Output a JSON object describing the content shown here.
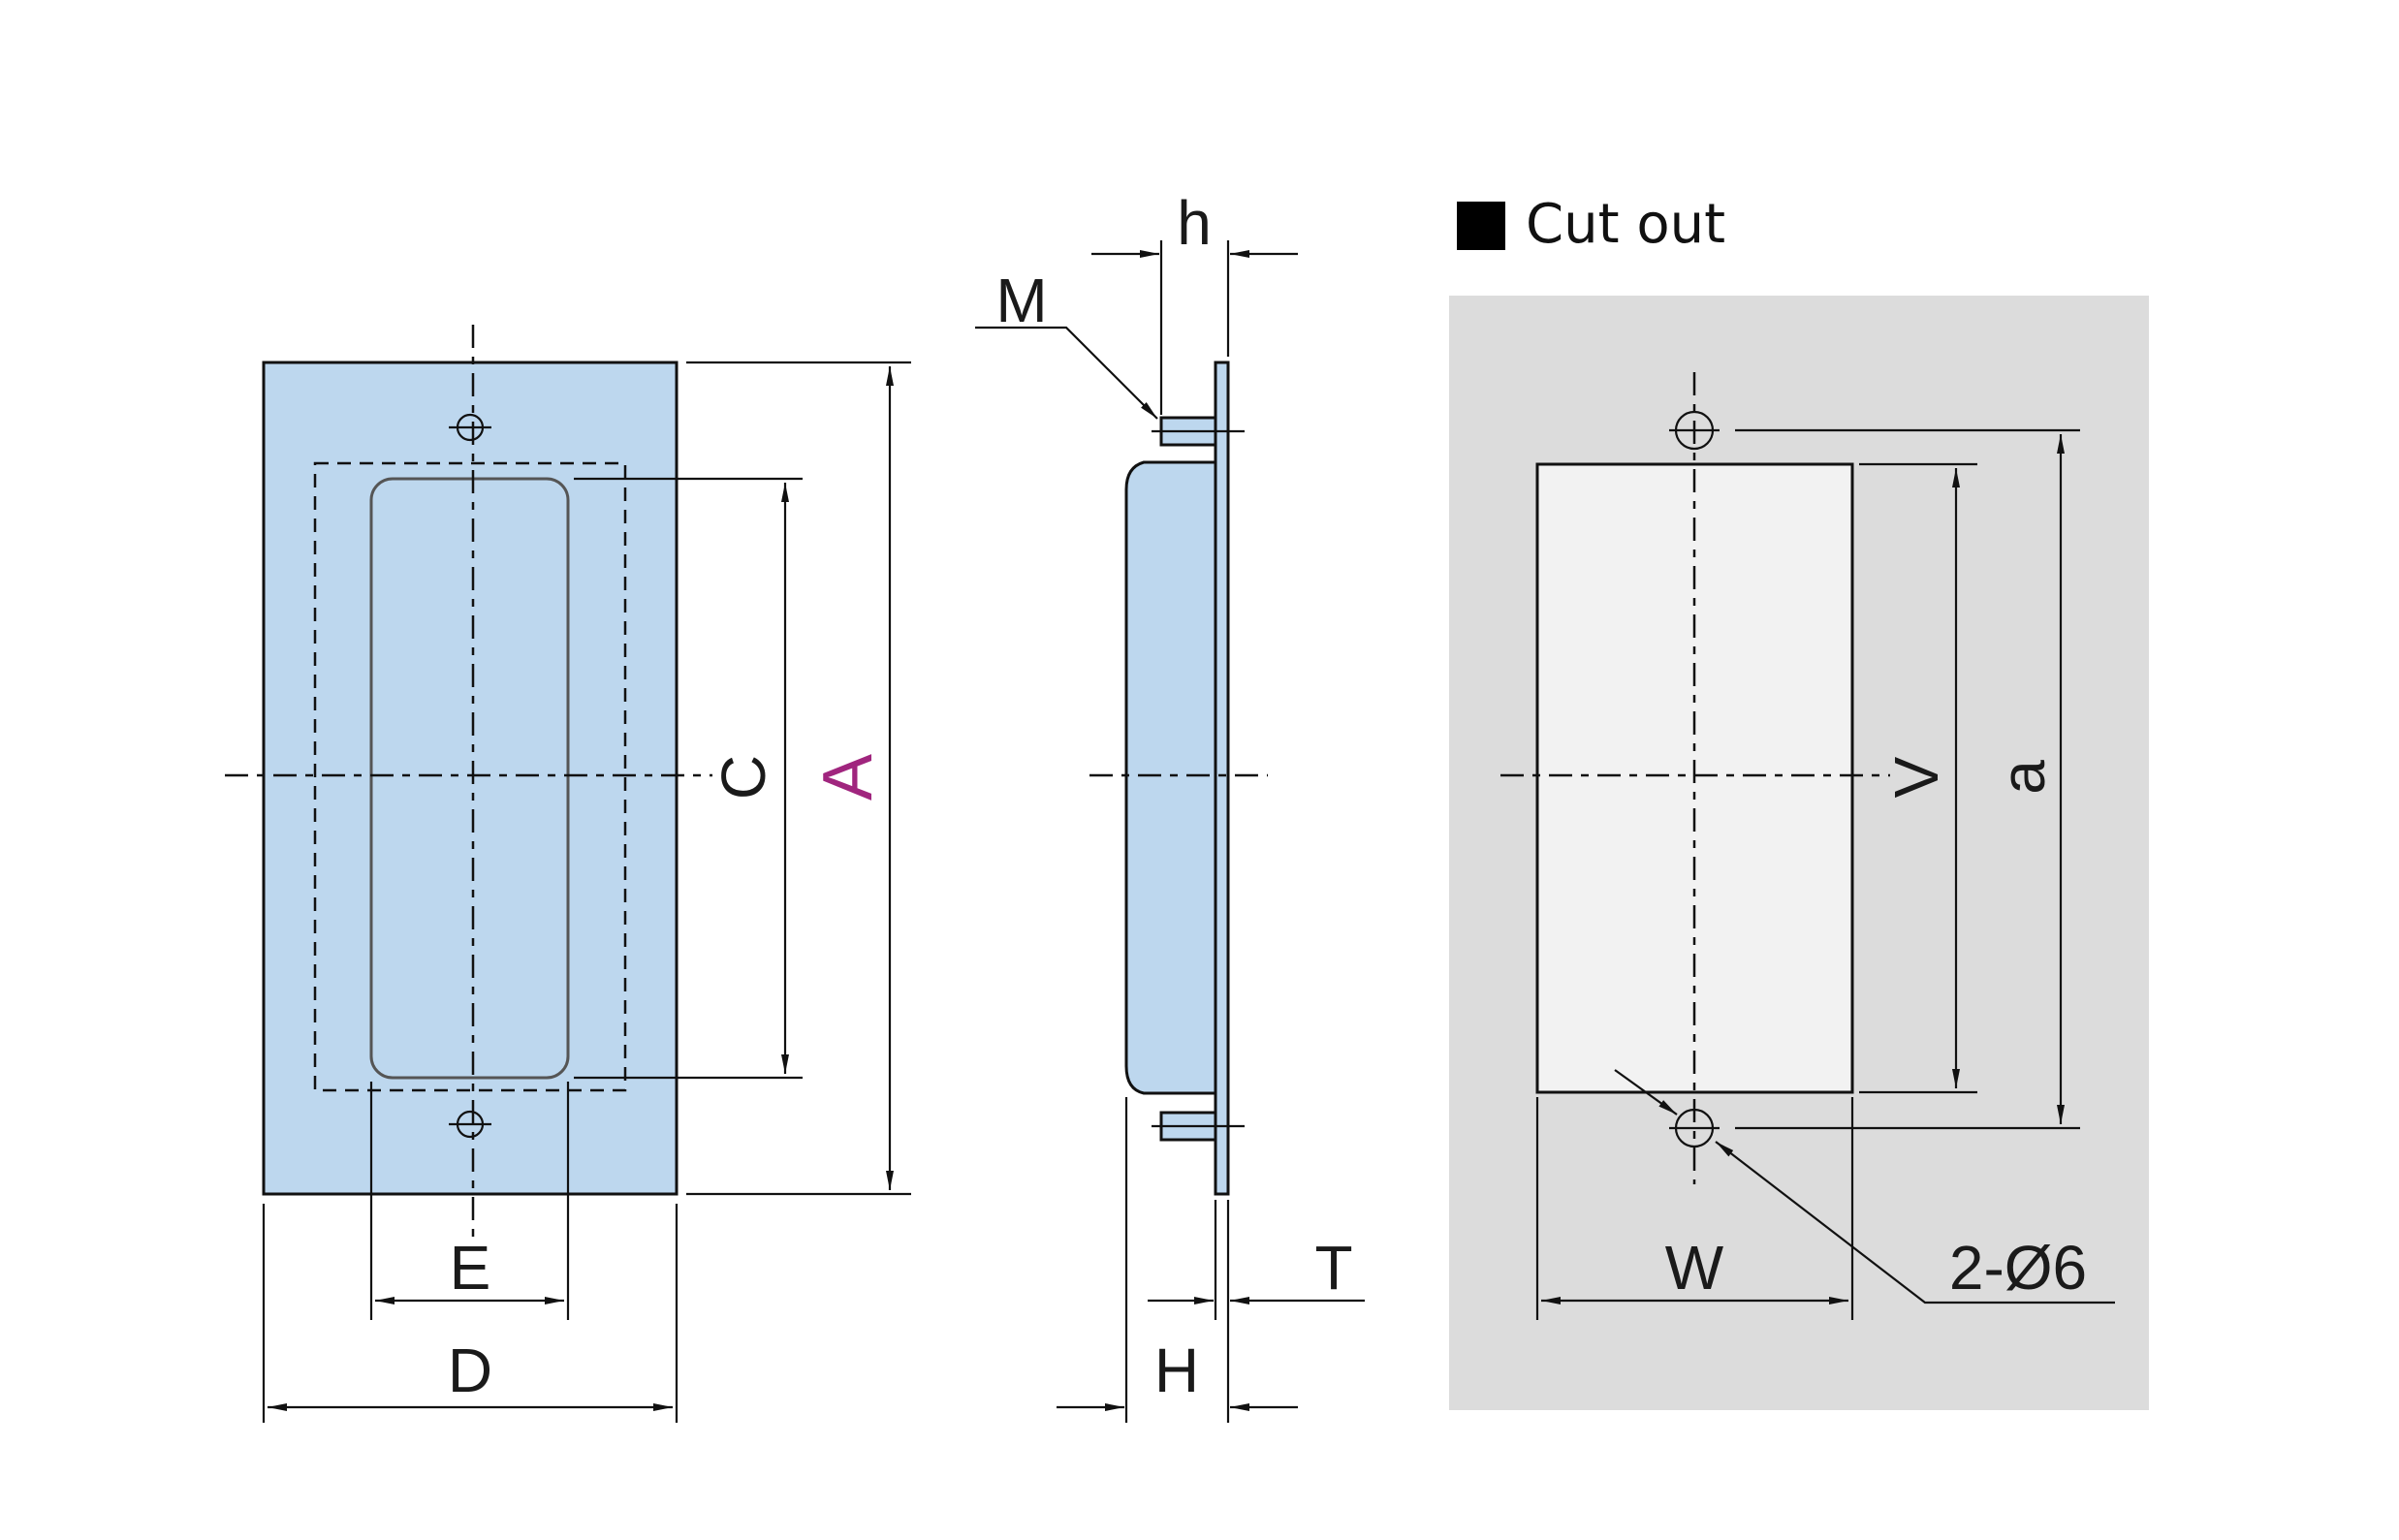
{
  "legend": {
    "label": "Cut out"
  },
  "front_view": {
    "labels": {
      "A": "A",
      "C": "C",
      "D": "D",
      "E": "E"
    }
  },
  "side_view": {
    "labels": {
      "h": "h",
      "M": "M",
      "H": "H",
      "T": "T"
    }
  },
  "cutout_view": {
    "labels": {
      "V": "V",
      "a": "a",
      "W": "W",
      "hole": "2-Ø6"
    }
  },
  "colors": {
    "part_fill": "#bdd7ee",
    "cutout_panel": "#dcdcdc",
    "cutout_hole": "#f2f2f2",
    "accent_A": "#a0257e",
    "line": "#111111"
  }
}
